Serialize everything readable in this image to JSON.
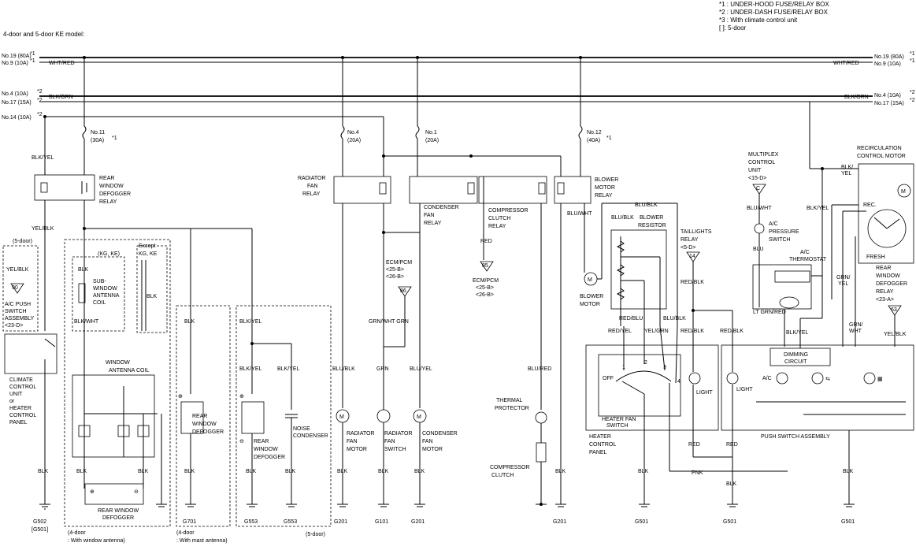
{
  "header": {
    "model": "4-door and 5-door KE model:",
    "notes": [
      "*1   : UNDER-HOOD FUSE/RELAY BOX",
      "*2   : UNDER-DASH FUSE/RELAY BOX",
      "*3   : With climate control unit",
      "[   ]: 5-door"
    ]
  },
  "buses": {
    "no19": "No.19 (80A)",
    "no9": "No.9 (10A)",
    "no4": "No.4 (10A)",
    "no17": "No.17 (15A)",
    "no14": "No.14 (10A)",
    "m1": "*1",
    "m2": "*2",
    "wht_red": "WHT/RED",
    "blk_orn": "BLK/ORN"
  },
  "fuses": {
    "f11": [
      "No.11",
      "(30A)"
    ],
    "f4": [
      "No.4",
      "(20A)"
    ],
    "f1": [
      "No.1",
      "(20A)"
    ],
    "f12": [
      "No.12",
      "(40A)"
    ]
  },
  "relays": {
    "defogger": [
      "REAR",
      "WINDOW",
      "DEFOGGER",
      "RELAY"
    ],
    "radiator": [
      "RADIATOR",
      "FAN",
      "RELAY"
    ],
    "condenser": [
      "CONDENSER",
      "FAN",
      "RELAY"
    ],
    "compressor": [
      "COMPRESSOR",
      "CLUTCH",
      "RELAY"
    ],
    "blower": [
      "BLOWER",
      "MOTOR",
      "RELAY"
    ]
  },
  "components": {
    "five_door": "(5-door)",
    "ac_push": [
      "A/C PUSH",
      "SWITCH",
      "ASSEMBLY",
      "<23-D>"
    ],
    "climate": [
      "CLIMATE",
      "CONTROL",
      "UNIT",
      "or",
      "HEATER",
      "CONTROL",
      "PANEL"
    ],
    "kg_ke": "(KG, KE)",
    "except": [
      "Except",
      "KG, KE"
    ],
    "sub_window": [
      "SUB-",
      "WINDOW",
      "ANTENNA",
      "COIL"
    ],
    "window_antenna": [
      "WINDOW",
      "ANTENNA COIL"
    ],
    "rear_defogger_bottom": [
      "REAR WINDOW",
      "DEFOGGER"
    ],
    "rear_defogger_mid": [
      "REAR",
      "WINDOW",
      "DEFOGGER"
    ],
    "noise": [
      "NOISE",
      "CONDENSER"
    ],
    "ecm1": [
      "ECM/PCM",
      "<25-B>",
      "<26-B>"
    ],
    "ecm2": [
      "ECM/PCM",
      "<25-B>",
      "<26-B>"
    ],
    "radiator_motor": [
      "RADIATOR",
      "FAN",
      "MOTOR"
    ],
    "radiator_switch": [
      "RADIATOR",
      "FAN",
      "SWITCH"
    ],
    "condenser_motor": [
      "CONDENSER",
      "FAN",
      "MOTOR"
    ],
    "thermal": [
      "THERMAL",
      "PROTECTOR"
    ],
    "clutch": [
      "COMPRESSOR",
      "CLUTCH"
    ],
    "blower_motor": [
      "BLOWER",
      "MOTOR"
    ],
    "blower_resistor": [
      "BLOWER",
      "RESISTOR"
    ],
    "taillights": [
      "TAILLIGHTS",
      "RELAY",
      "<5-D>"
    ],
    "multiplex": [
      "MULTIPLEX",
      "CONTROL",
      "UNIT",
      "<15-D>"
    ],
    "ac_pressure": [
      "A/C",
      "PRESSURE",
      "SWITCH"
    ],
    "ac_thermostat": [
      "A/C",
      "THERMOSTAT"
    ],
    "recirc": [
      "RECIRCULATION",
      "CONTROL MOTOR"
    ],
    "rec": "REC.",
    "fresh": "FRESH",
    "rw_relay": [
      "REAR",
      "WINDOW",
      "DEFOGGER",
      "RELAY",
      "<23-A>"
    ],
    "heater_switch": [
      "HEATER FAN",
      "SWITCH"
    ],
    "heater_panel": [
      "HEATER",
      "CONTROL",
      "PANEL"
    ],
    "dimming": [
      "DIMMING",
      "CIRCUIT"
    ],
    "push_switch": "PUSH SWITCH ASSEMBLY",
    "light": "LIGHT",
    "off": "OFF",
    "ac": "A/C",
    "sw_nums": [
      "1",
      "2",
      "3",
      "4"
    ],
    "conn_90": "90",
    "conn_85": "85",
    "conn_86": "86",
    "conn_14": "14",
    "conn_63": "63",
    "conn_c": "C"
  },
  "wires": {
    "blk_yel": "BLK/YEL",
    "yel_blk": "YEL/BLK",
    "blk": "BLK",
    "blk_wht": "BLK/WHT",
    "blu_blk": "BLU/BLK",
    "grn": "GRN",
    "grn_wht_grn": "GRN/WHT GRN",
    "blu_yel": "BLU/YEL",
    "blu_red": "BLU/RED",
    "red": "RED",
    "blu_wht": "BLU/WHT",
    "red_yel": "RED/YEL",
    "red_blu": "RED/BLU",
    "yel_grn": "YEL/GRN",
    "red_blk": "RED/BLK",
    "blu": "BLU",
    "lt_grn_red": "LT GRN/RED",
    "grn_yel": [
      "GRN/",
      "YEL"
    ],
    "grn_wht": [
      "GRN/",
      "WHT"
    ],
    "pnk": "PNK",
    "blk_yel_stack": [
      "BLK/",
      "YEL"
    ]
  },
  "grounds": {
    "g502": [
      "G502",
      "[G501]"
    ],
    "g701": "G701",
    "g553a": "G553",
    "g553b": "G553",
    "g201a": "G201",
    "g101": "G101",
    "g201b": "G201",
    "g201c": "G201",
    "g501a": "G501",
    "g501b": "G501",
    "g501c": "G501"
  },
  "footnotes": {
    "four_door_window": [
      "(4-door",
      ": With window antenna)"
    ],
    "four_door_mast": [
      "(4-door",
      ": With mast antenna)"
    ],
    "five_door": "(5-door)"
  }
}
